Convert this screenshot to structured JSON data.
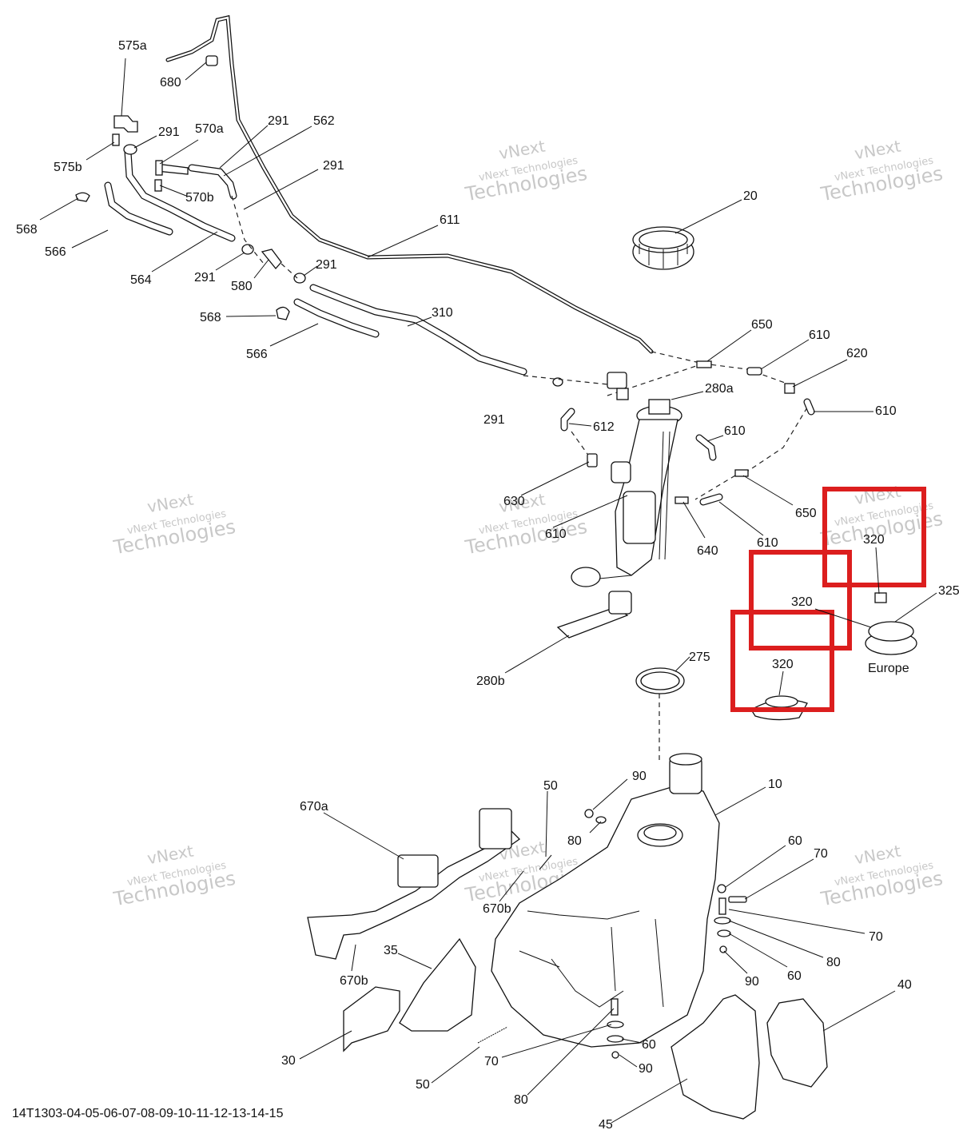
{
  "watermark": {
    "line1": "vNext",
    "line2": "vNext Technologies",
    "line3": "Technologies"
  },
  "labels": {
    "575a": "575a",
    "680": "680",
    "291": "291",
    "570a": "570a",
    "562": "562",
    "575b": "575b",
    "570b": "570b",
    "568": "568",
    "566": "566",
    "564": "564",
    "580": "580",
    "611": "611",
    "310": "310",
    "20": "20",
    "650": "650",
    "610": "610",
    "620": "620",
    "280a": "280a",
    "612": "612",
    "630": "630",
    "640": "640",
    "320": "320",
    "325": "325",
    "europe": "Europe",
    "280b": "280b",
    "275": "275",
    "10": "10",
    "90": "90",
    "50": "50",
    "670a": "670a",
    "80": "80",
    "60": "60",
    "70": "70",
    "670b": "670b",
    "35": "35",
    "40": "40",
    "30": "30",
    "45": "45"
  },
  "footer": {
    "part_code": "14T1303-04-05-06-07-08-09-10-11-12-13-14-15"
  },
  "colors": {
    "highlight": "#dc1e1e",
    "ink": "#111111",
    "watermark": "#c8c8c8"
  }
}
